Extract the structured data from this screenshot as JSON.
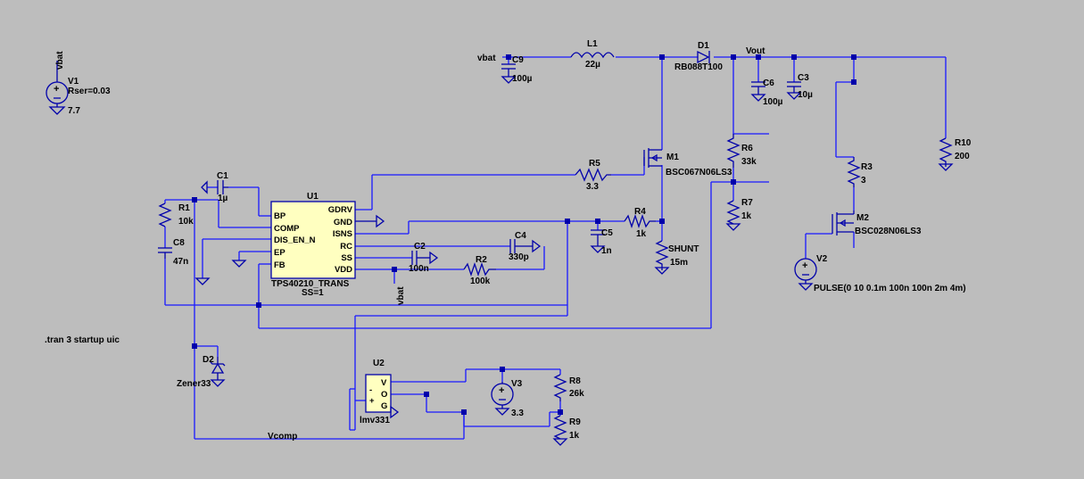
{
  "nets": {
    "vbat": "vbat",
    "vout": "Vout",
    "vcomp": "Vcomp"
  },
  "sim": {
    "directive": ".tran 3 startup uic"
  },
  "sources": {
    "v1": {
      "name": "V1",
      "param": "Rser=0.03",
      "value": "7.7"
    },
    "v2": {
      "name": "V2",
      "value": "PULSE(0 10 0.1m 100n 100n 2m 4m)"
    },
    "v3": {
      "name": "V3",
      "value": "3.3"
    }
  },
  "ic": {
    "u1": {
      "name": "U1",
      "part": "TPS40210_TRANS",
      "param": "SS=1",
      "pins_left": [
        "BP",
        "COMP",
        "DIS_EN_N",
        "EP",
        "FB"
      ],
      "pins_right": [
        "GDRV",
        "GND",
        "ISNS",
        "RC",
        "SS",
        "VDD"
      ]
    },
    "u2": {
      "name": "U2",
      "part": "lmv331",
      "pins": [
        "V",
        "O",
        "G",
        "-",
        "+"
      ]
    }
  },
  "passives": {
    "l1": {
      "name": "L1",
      "value": "22µ"
    },
    "d1": {
      "name": "D1",
      "value": "RB088T100"
    },
    "d2": {
      "name": "D2",
      "value": "Zener33"
    },
    "c1": {
      "name": "C1",
      "value": "1µ"
    },
    "c2": {
      "name": "C2",
      "value": "100n"
    },
    "c3": {
      "name": "C3",
      "value": "10µ"
    },
    "c4": {
      "name": "C4",
      "value": "330p"
    },
    "c5": {
      "name": "C5",
      "value": "1n"
    },
    "c6": {
      "name": "C6",
      "value": "100µ"
    },
    "c8": {
      "name": "C8",
      "value": "47n"
    },
    "c9": {
      "name": "C9",
      "value": "100µ"
    },
    "r1": {
      "name": "R1",
      "value": "10k"
    },
    "r2": {
      "name": "R2",
      "value": "100k"
    },
    "r3": {
      "name": "R3",
      "value": "3"
    },
    "r4": {
      "name": "R4",
      "value": "1k"
    },
    "r5": {
      "name": "R5",
      "value": "3.3"
    },
    "r6": {
      "name": "R6",
      "value": "33k"
    },
    "r7": {
      "name": "R7",
      "value": "1k"
    },
    "r8": {
      "name": "R8",
      "value": "26k"
    },
    "r9": {
      "name": "R9",
      "value": "1k"
    },
    "r10": {
      "name": "R10",
      "value": "200"
    },
    "shunt": {
      "name": "SHUNT",
      "value": "15m"
    }
  },
  "fets": {
    "m1": {
      "name": "M1",
      "part": "BSC067N06LS3"
    },
    "m2": {
      "name": "M2",
      "part": "BSC028N06LS3"
    }
  },
  "colors": {
    "background": "#bdbdbd",
    "wire": "#1a1aff",
    "component": "#0000aa",
    "ic_fill": "#ffffc0"
  }
}
